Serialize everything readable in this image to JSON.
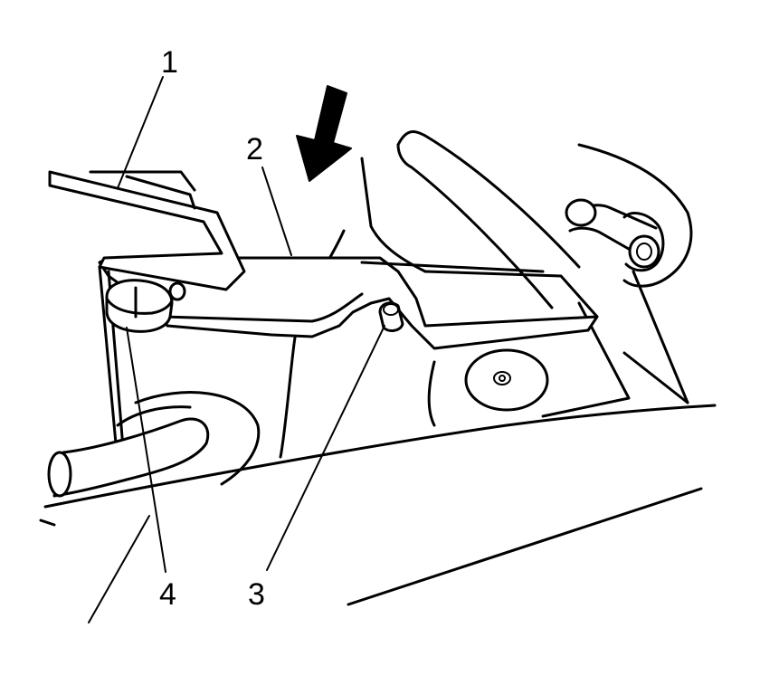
{
  "callouts": {
    "c1": "1",
    "c2": "2",
    "c3": "3",
    "c4": "4"
  },
  "icons": {
    "arrow": "down-left-arrow-icon"
  },
  "colors": {
    "line": "#000000",
    "background": "#ffffff"
  }
}
